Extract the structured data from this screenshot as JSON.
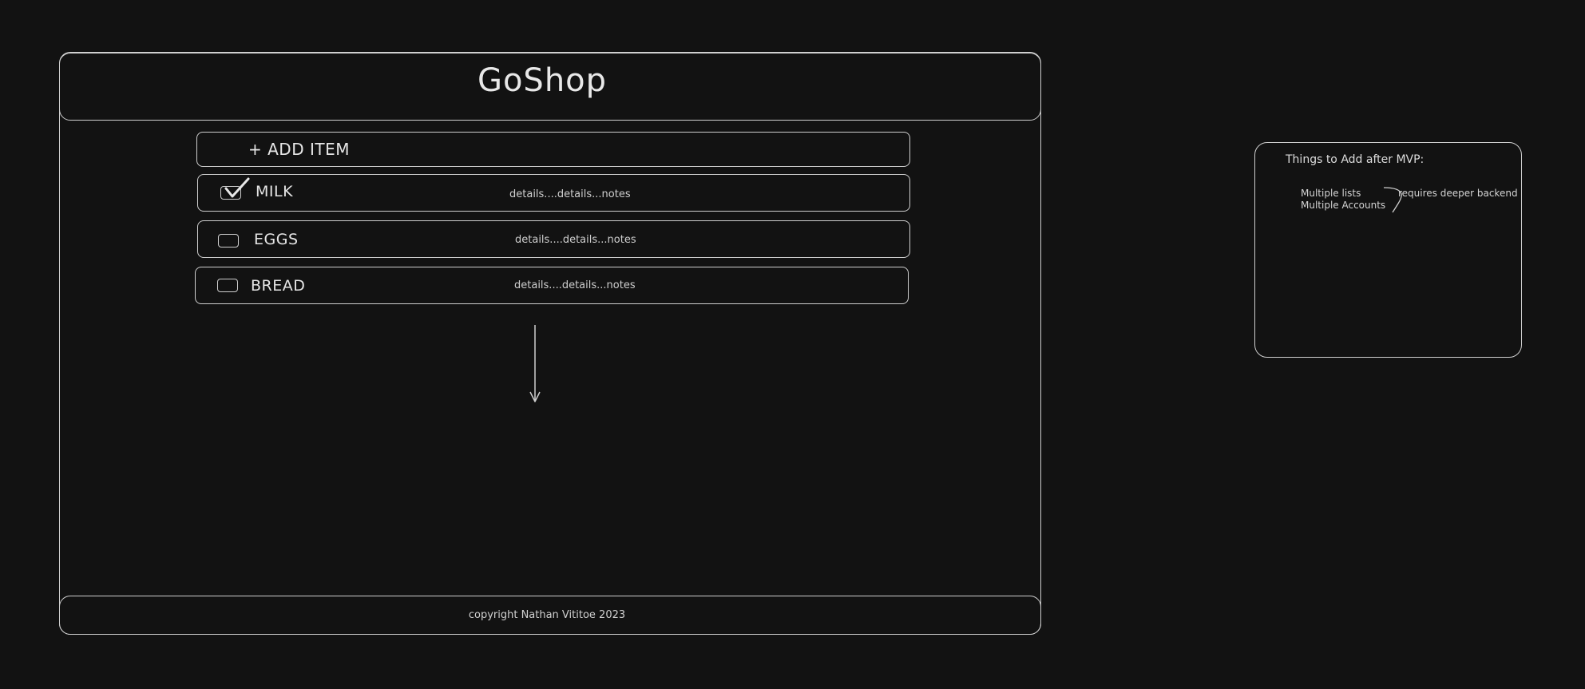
{
  "app": {
    "title": "GoShop",
    "footer": "copyright Nathan Vititoe 2023"
  },
  "add_item": {
    "label": "+ ADD ITEM"
  },
  "items": [
    {
      "name": "MILK",
      "details": "details....details...notes",
      "checked": true
    },
    {
      "name": "EGGS",
      "details": "details....details...notes",
      "checked": false
    },
    {
      "name": "BREAD",
      "details": "details....details...notes",
      "checked": false
    }
  ],
  "notes": {
    "title": "Things to Add after MVP:",
    "features": [
      "Multiple lists",
      "Multiple Accounts"
    ],
    "annotation": "requires deeper backend"
  },
  "colors": {
    "background": "#121212",
    "stroke": "#cfcfcf",
    "text": "#dcdcdc"
  }
}
